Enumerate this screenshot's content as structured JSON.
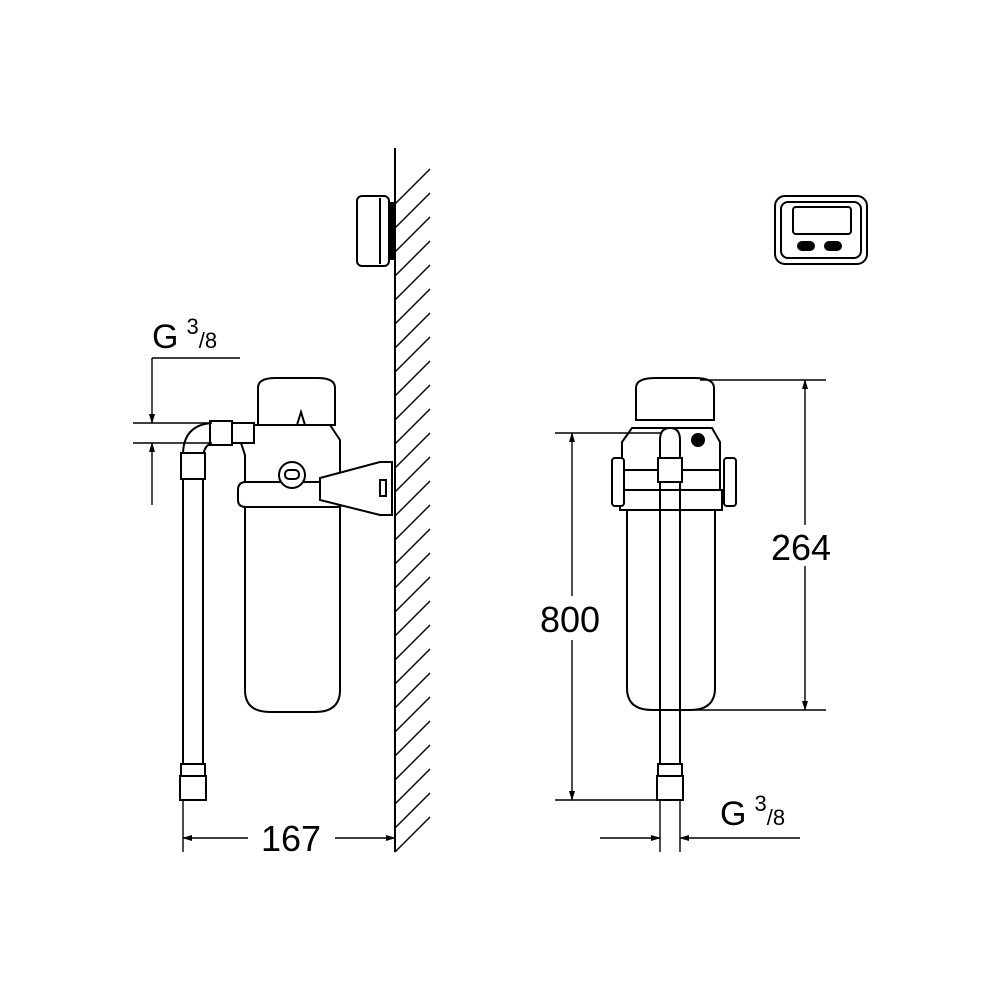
{
  "dimensions": {
    "thread_left": {
      "main": "G",
      "num": "3",
      "den": "8"
    },
    "thread_right": {
      "main": "G",
      "num": "3",
      "den": "8"
    },
    "depth": "167",
    "total_height": "800",
    "filter_height": "264"
  },
  "colors": {
    "line": "#000000",
    "background": "#ffffff"
  }
}
